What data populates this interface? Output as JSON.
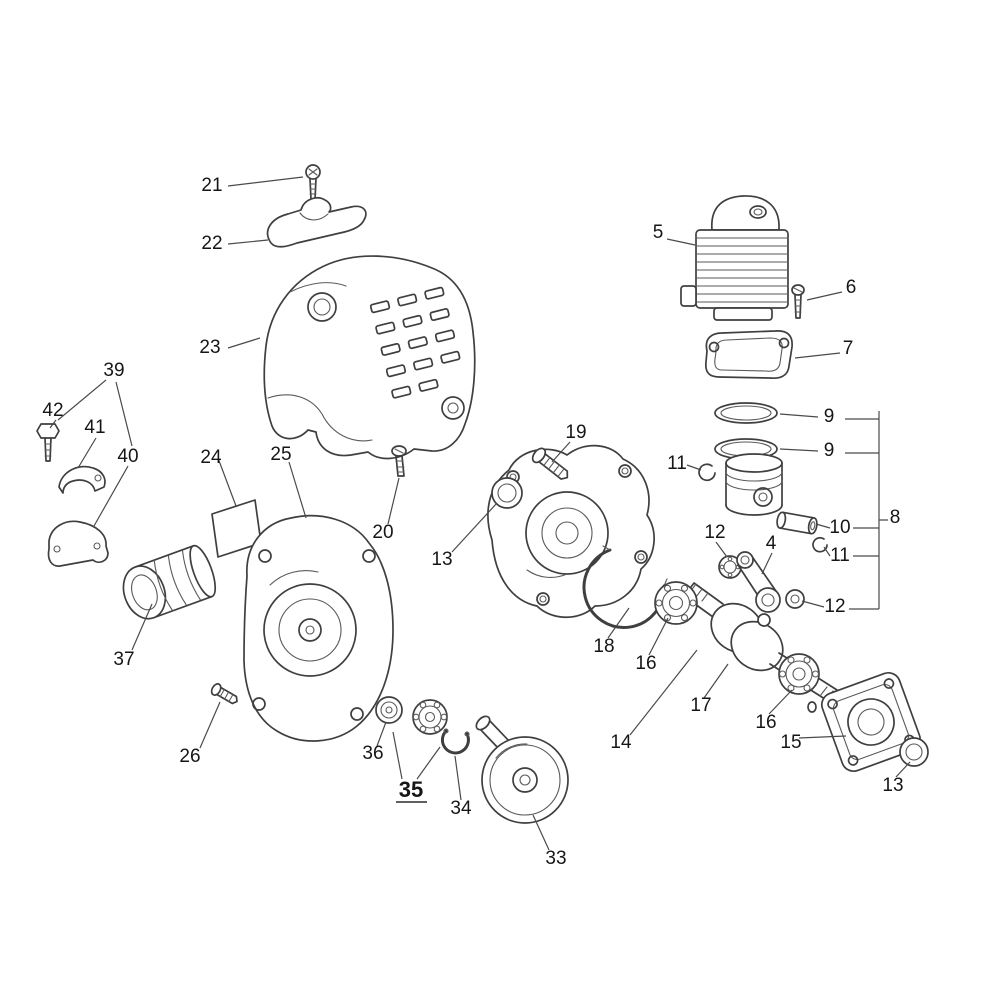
{
  "diagram": {
    "kind": "exploded-parts-diagram",
    "subject": "Small engine exploded view: cylinder, piston, crankshaft, crankcase, clutch drum, covers and clamps",
    "colors": {
      "background": "#ffffff",
      "line": "#3f3f3f",
      "label": "#161616"
    },
    "callouts": {
      "c21": "21",
      "c22": "22",
      "c23": "23",
      "c24": "24",
      "c25": "25",
      "c20": "20",
      "c26": "26",
      "c39": "39",
      "c42": "42",
      "c41": "41",
      "c40": "40",
      "c37": "37",
      "c36": "36",
      "c35": "35",
      "c34": "34",
      "c33": "33",
      "c19": "19",
      "c13a": "13",
      "c18": "18",
      "c16a": "16",
      "c14": "14",
      "c17": "17",
      "c16b": "16",
      "c15": "15",
      "c13b": "13",
      "c5": "5",
      "c6": "6",
      "c7": "7",
      "c9a": "9",
      "c9b": "9",
      "c11a": "11",
      "c8": "8",
      "c10": "10",
      "c11b": "11",
      "c12a": "12",
      "c4": "4",
      "c12b": "12"
    }
  }
}
